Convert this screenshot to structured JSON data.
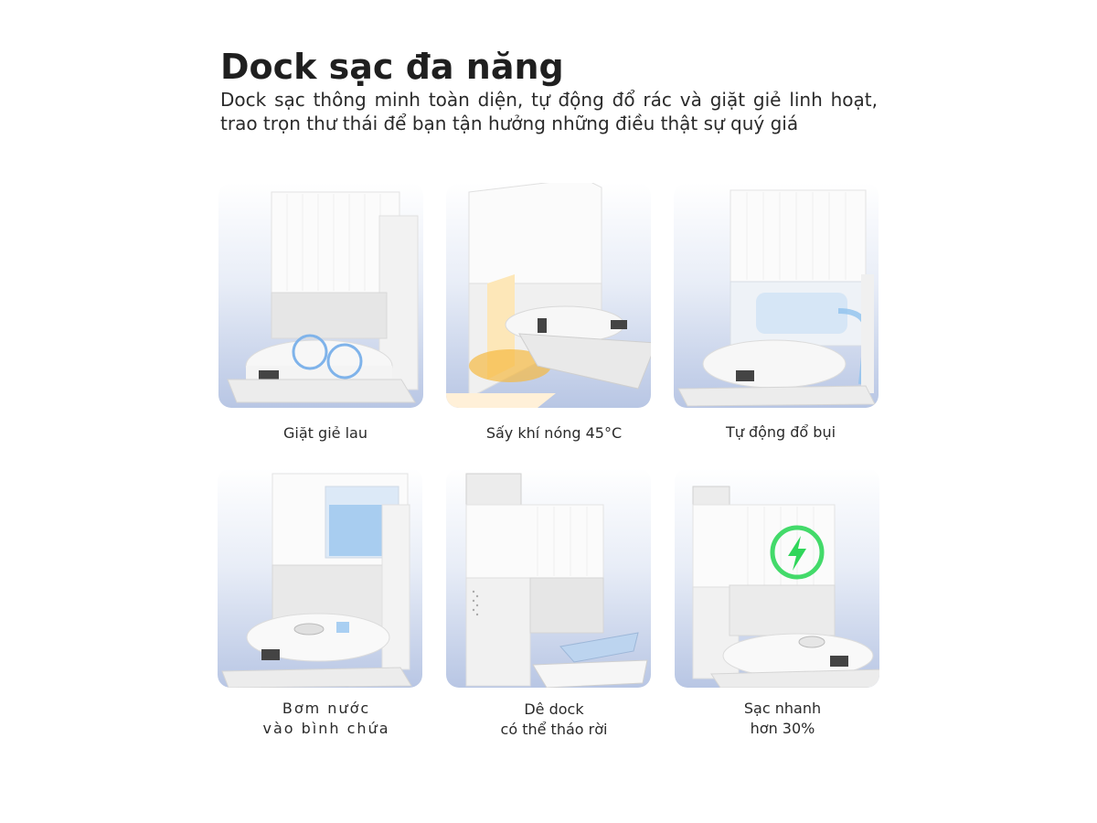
{
  "header": {
    "title": "Dock sạc đa năng",
    "subtitle": "Dock sạc thông minh toàn diện, tự động đổ rác và giặt giẻ linh hoạt, trao trọn thư thái để bạn tận hưởng những điều thật sự quý giá"
  },
  "features": [
    {
      "caption_line1": "Giặt giẻ lau",
      "caption_line2": "",
      "image": "dock-mop-washing-image"
    },
    {
      "caption_line1": "Sấy khí nóng 45°C",
      "caption_line2": "",
      "image": "dock-hot-air-drying-image"
    },
    {
      "caption_line1": "Tự động đổ bụi",
      "caption_line2": "",
      "image": "dock-auto-dust-empty-image"
    },
    {
      "caption_line1": "Bơm nước",
      "caption_line2": "vào bình chứa",
      "image": "dock-water-refill-image"
    },
    {
      "caption_line1": "Dê dock",
      "caption_line2": "có thể tháo rời",
      "image": "dock-detachable-base-image"
    },
    {
      "caption_line1": "Sạc nhanh",
      "caption_line2": "hơn 30%",
      "image": "dock-fast-charging-image"
    }
  ],
  "colors": {
    "tile_gradient_bottom": "#b8c6e4",
    "charge_green": "#2fd65a",
    "dry_orange": "#f5b942",
    "water_blue": "#8ec2ee"
  }
}
